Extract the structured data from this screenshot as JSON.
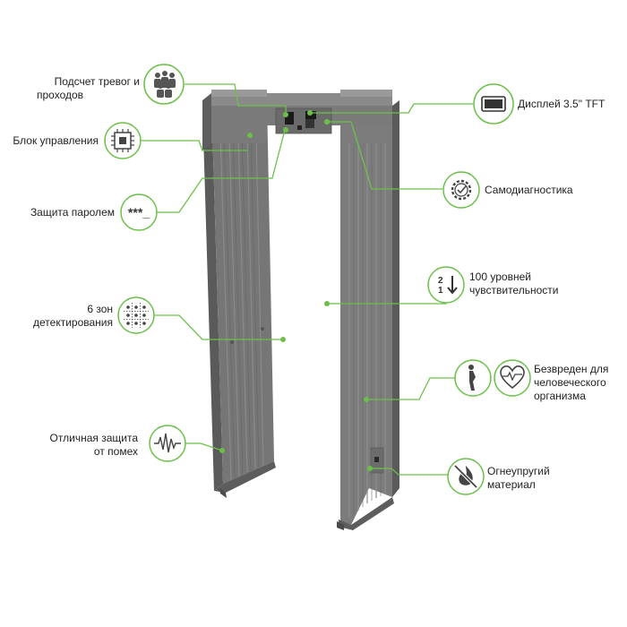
{
  "accent_color": "#6cc04a",
  "frame_color": "#6f6f6f",
  "features": [
    {
      "id": "alarm-count",
      "lines": [
        "Подсчет тревог и",
        "проходов"
      ],
      "icon": "people-crowd-icon"
    },
    {
      "id": "control-unit",
      "lines": [
        "Блок управления"
      ],
      "icon": "chip-icon"
    },
    {
      "id": "password",
      "lines": [
        "Защита паролем"
      ],
      "icon": "password-dots-icon"
    },
    {
      "id": "zones",
      "lines": [
        "6 зон",
        "детектирования"
      ],
      "icon": "zones-grid-icon"
    },
    {
      "id": "interference",
      "lines": [
        "Отличная защита",
        "от помех"
      ],
      "icon": "waveform-icon"
    },
    {
      "id": "display",
      "lines": [
        "Дисплей 3.5\" TFT"
      ],
      "icon": "display-icon"
    },
    {
      "id": "self-diagnostics",
      "lines": [
        "Самодиагностика"
      ],
      "icon": "gear-check-icon"
    },
    {
      "id": "sensitivity",
      "lines": [
        "100 уровней",
        "чувствительности"
      ],
      "icon": "sort-down-icon",
      "icon_text": [
        "2",
        "1"
      ]
    },
    {
      "id": "harmless",
      "lines": [
        "Безвреден для",
        "человеческого",
        "организма"
      ],
      "icon": "pregnant-heart-icon"
    },
    {
      "id": "fireproof",
      "lines": [
        "Огнеупругий",
        "материал"
      ],
      "icon": "no-fire-icon"
    }
  ]
}
